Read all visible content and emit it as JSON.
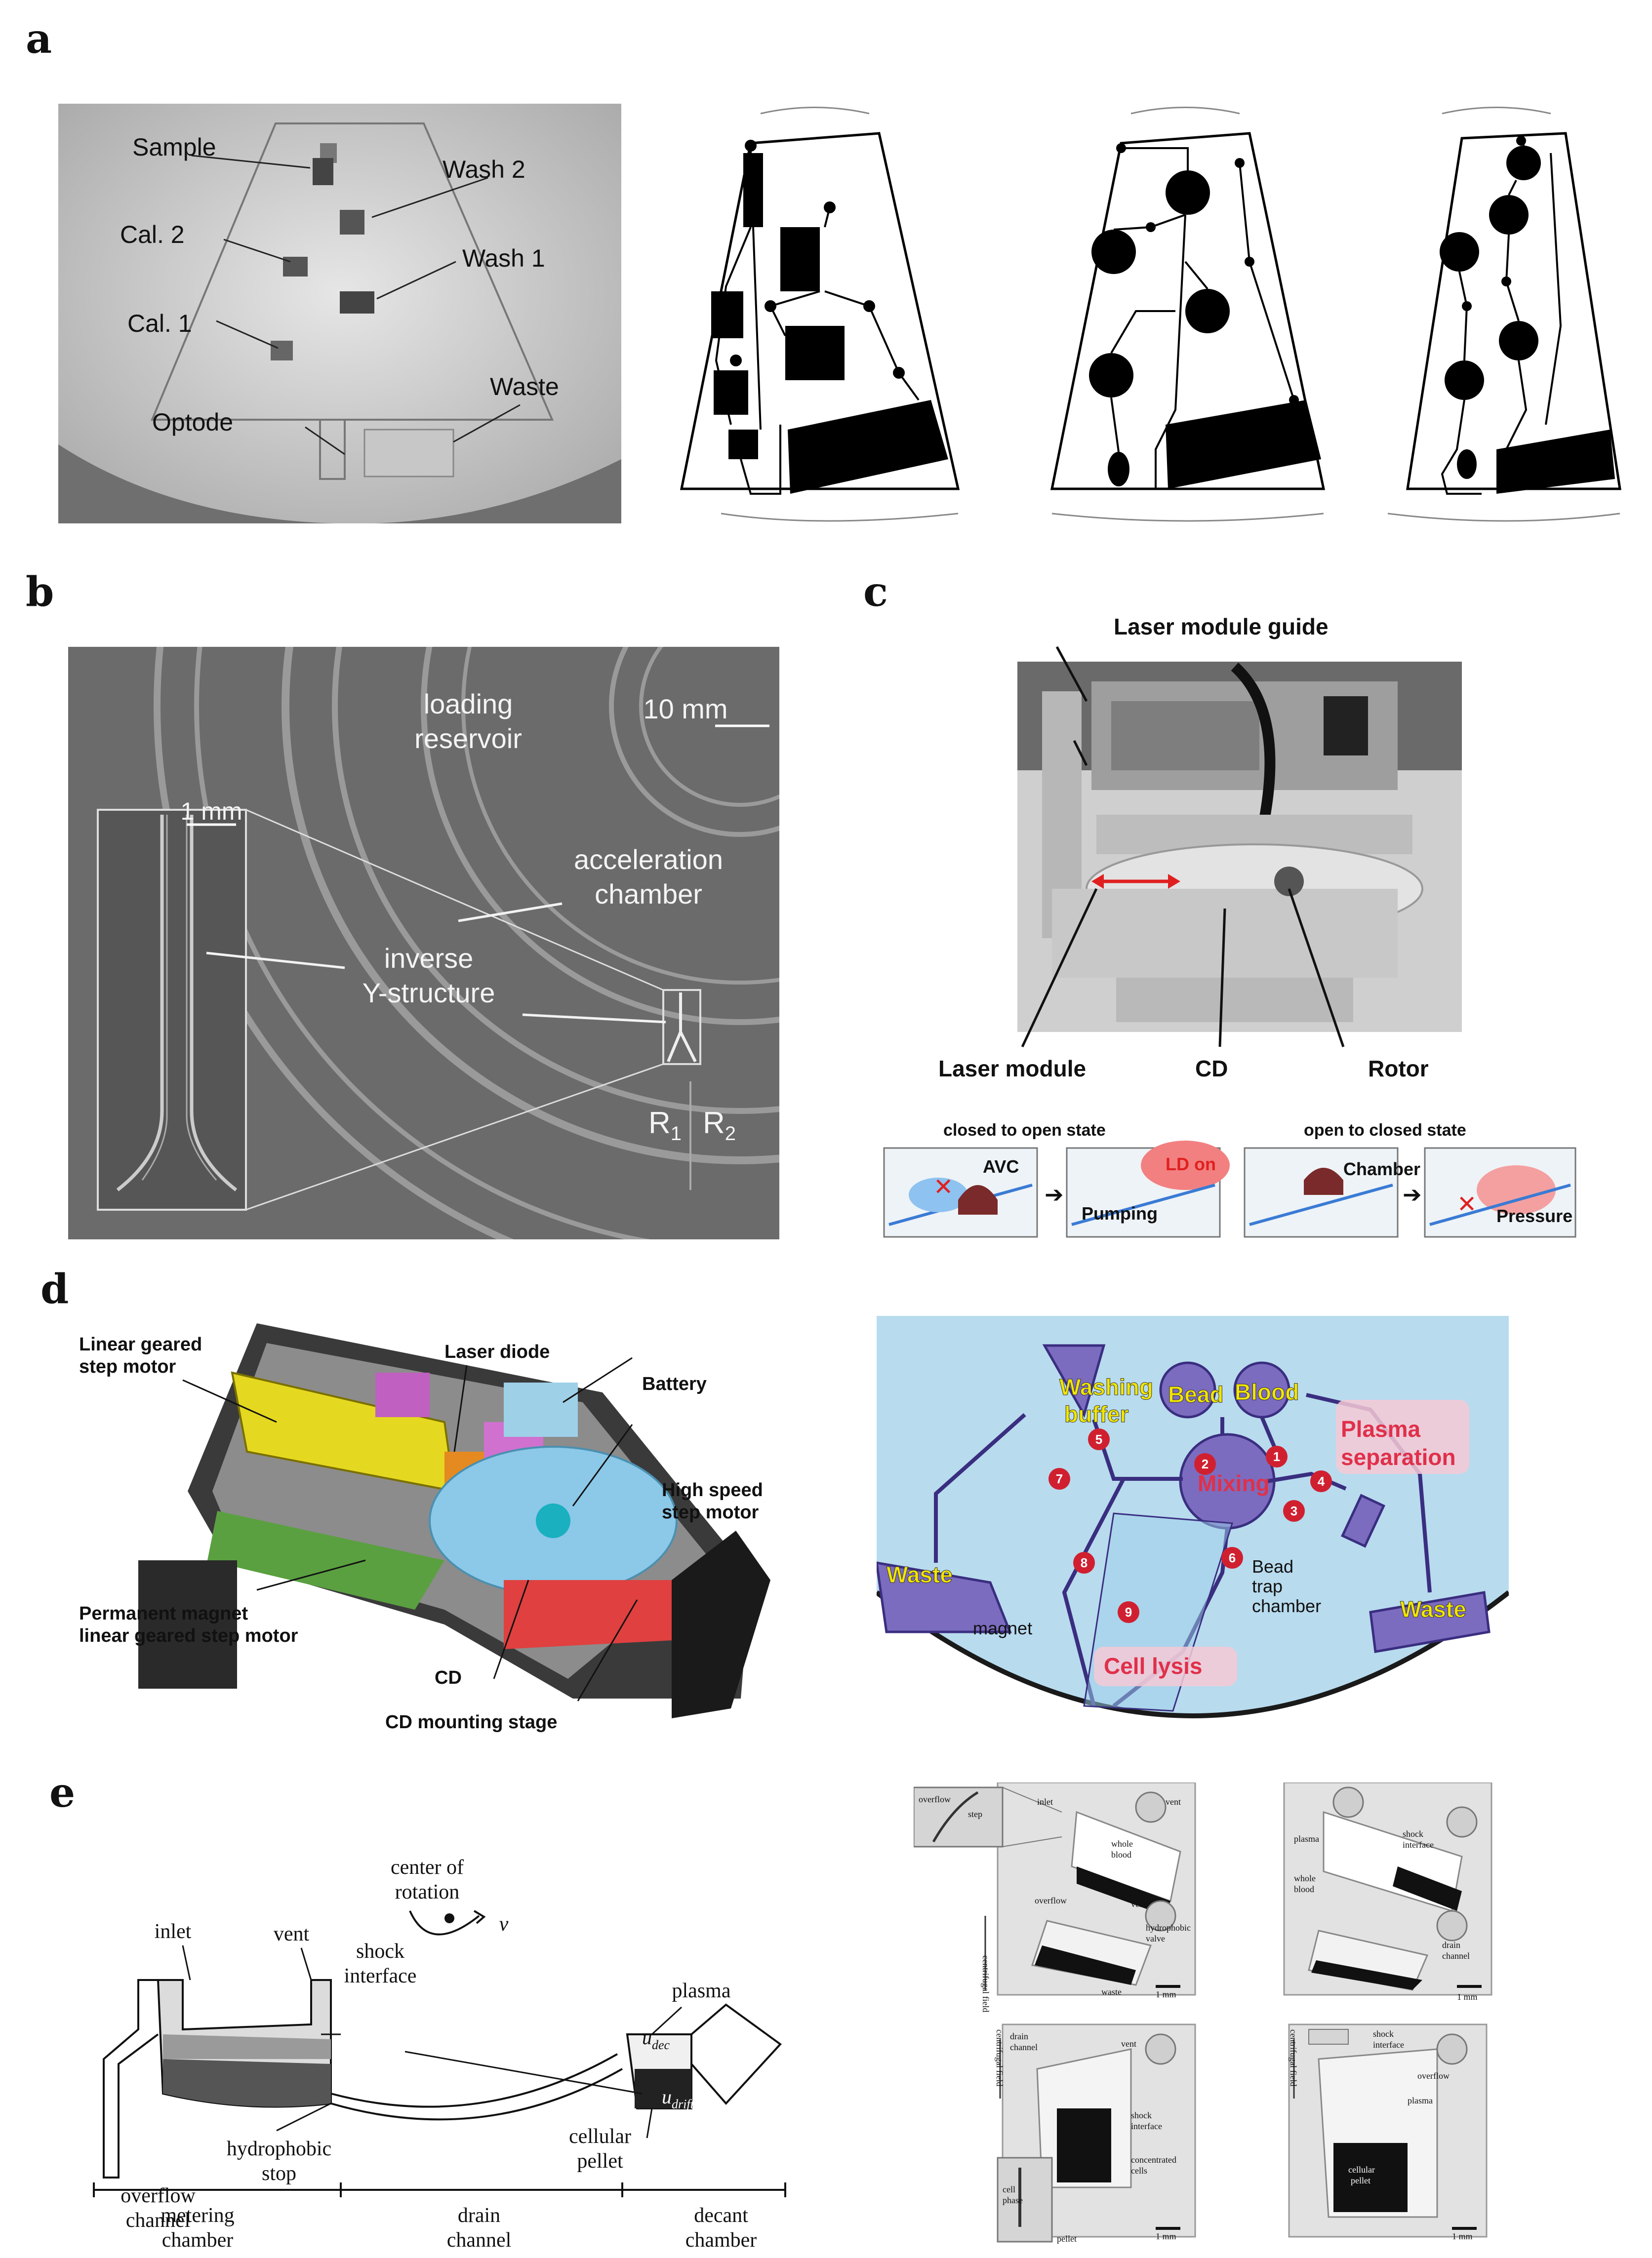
{
  "panel_labels": {
    "a": "a",
    "b": "b",
    "c": "c",
    "d": "d",
    "e": "e"
  },
  "panel_a": {
    "labels": {
      "sample": "Sample",
      "wash2": "Wash 2",
      "cal2": "Cal. 2",
      "wash1": "Wash 1",
      "cal1": "Cal. 1",
      "waste": "Waste",
      "optode": "Optode"
    }
  },
  "panel_b": {
    "labels": {
      "loading1": "loading",
      "loading2": "reservoir",
      "scale_big": "10 mm",
      "scale_small": "1 mm",
      "accel1": "acceleration",
      "accel2": "chamber",
      "inverse1": "inverse",
      "inverse2": "Y-structure",
      "r1": "R",
      "r1_sub": "1",
      "r2": "R",
      "r2_sub": "2"
    }
  },
  "panel_c": {
    "labels": {
      "guide": "Laser module guide",
      "laser": "Laser module",
      "cd": "CD",
      "rotor": "Rotor",
      "closed_open": "closed to open state",
      "open_closed": "open to closed state",
      "avc": "AVC",
      "ld_on": "LD on",
      "pumping": "Pumping",
      "chamber": "Chamber",
      "pressure": "Pressure"
    }
  },
  "panel_d_left": {
    "labels": {
      "lgsm1": "Linear geared",
      "lgsm2": "step motor",
      "laser_diode": "Laser diode",
      "battery": "Battery",
      "hssm1": "High speed",
      "hssm2": "step motor",
      "pm1": "Permanent magnet",
      "pm2": "linear geared step motor",
      "cd": "CD",
      "stage": "CD mounting stage"
    }
  },
  "panel_d_right": {
    "labels": {
      "washing1": "Washing",
      "washing2": "buffer",
      "bead": "Bead",
      "blood": "Blood",
      "plasma1": "Plasma",
      "plasma2": "separation",
      "mixing": "Mixing",
      "waste_l": "Waste",
      "waste_r": "Waste",
      "bead_trap1": "Bead",
      "bead_trap2": "trap",
      "bead_trap3": "chamber",
      "magnet": "magnet",
      "cell_lysis": "Cell lysis"
    },
    "valves": [
      "1",
      "2",
      "3",
      "4",
      "5",
      "6",
      "7",
      "8",
      "9"
    ]
  },
  "panel_e_left": {
    "labels": {
      "cor1": "center of",
      "cor2": "rotation",
      "v": "v",
      "inlet": "inlet",
      "vent": "vent",
      "shock1": "shock",
      "shock2": "interface",
      "plasma": "plasma",
      "u_dec": "u",
      "u_dec_sub": "dec",
      "u_drift": "u",
      "u_drift_sub": "drift",
      "overflow1": "overflow",
      "overflow2": "channel",
      "hstop1": "hydrophobic",
      "hstop2": "stop",
      "pellet1": "cellular",
      "pellet2": "pellet",
      "meter1": "metering",
      "meter2": "chamber",
      "drain1": "drain",
      "drain2": "channel",
      "decant1": "decant",
      "decant2": "chamber"
    }
  },
  "panel_e_right": {
    "tl": {
      "overflow": "overflow",
      "step": "step",
      "inlet": "inlet",
      "vent": "vent",
      "whole1": "whole",
      "whole2": "blood",
      "overflow2": "overflow",
      "vent2": "vent",
      "hvalve1": "hydrophobic",
      "hvalve2": "valve",
      "waste": "waste",
      "field": "centrifugal field",
      "scale": "1 mm"
    },
    "tr": {
      "plasma": "plasma",
      "shock1": "shock",
      "shock2": "interface",
      "whole1": "whole",
      "whole2": "blood",
      "drain1": "drain",
      "drain2": "channel",
      "scale": "1 mm"
    },
    "bl": {
      "drain1": "drain",
      "drain2": "channel",
      "vent": "vent",
      "shock1": "shock",
      "shock2": "interface",
      "conc1": "concentrated",
      "conc2": "cells",
      "field": "centrifugal field",
      "cell1": "cell",
      "cell2": "phase",
      "pellet": "pellet",
      "scale": "1 mm"
    },
    "br": {
      "shock1": "shock",
      "shock2": "interface",
      "overflow": "overflow",
      "plasma": "plasma",
      "pellet1": "cellular",
      "pellet2": "pellet",
      "field": "centrifugal field",
      "scale": "1 mm"
    }
  }
}
